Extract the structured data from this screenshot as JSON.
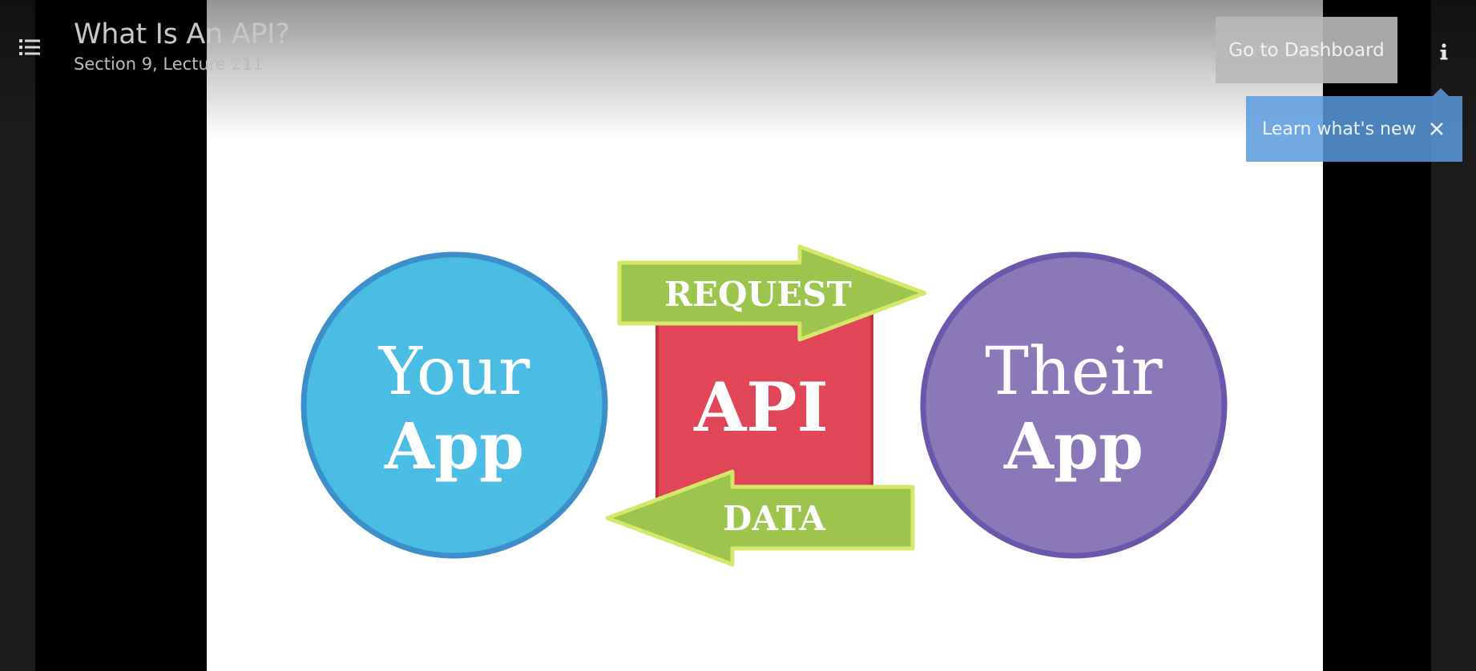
{
  "header": {
    "title": "What Is An API?",
    "subtitle": "Section 9, Lecture 211",
    "dashboard_button": "Go to Dashboard"
  },
  "tooltip": {
    "text": "Learn what's new"
  },
  "slide": {
    "left_circle": {
      "line1": "Your",
      "line2": "App",
      "color": "#4bbde5"
    },
    "right_circle": {
      "line1": "Their",
      "line2": "App",
      "color": "#8b78b9"
    },
    "center_box": {
      "label": "API",
      "color": "#e04658"
    },
    "request_arrow": {
      "label": "REQUEST",
      "color": "#9dc44c"
    },
    "data_arrow": {
      "label": "DATA",
      "color": "#9dc44c"
    }
  },
  "icons": {
    "menu": "list-icon",
    "info": "info-icon",
    "close": "close-icon"
  },
  "colors": {
    "tooltip": "#5b9add",
    "background": "#1c1c1c"
  }
}
